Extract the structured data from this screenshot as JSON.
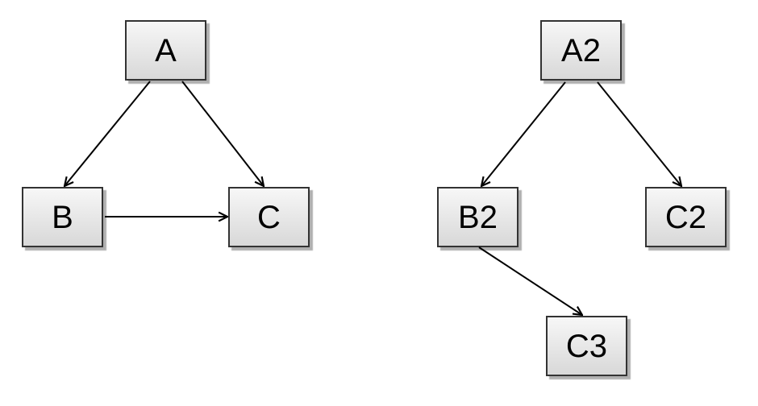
{
  "diagrams": {
    "left": {
      "nodes": [
        {
          "id": "A",
          "label": "A"
        },
        {
          "id": "B",
          "label": "B"
        },
        {
          "id": "C",
          "label": "C"
        }
      ],
      "edges": [
        {
          "from": "A",
          "to": "B"
        },
        {
          "from": "A",
          "to": "C"
        },
        {
          "from": "B",
          "to": "C"
        }
      ]
    },
    "right": {
      "nodes": [
        {
          "id": "A2",
          "label": "A2"
        },
        {
          "id": "B2",
          "label": "B2"
        },
        {
          "id": "C2",
          "label": "C2"
        },
        {
          "id": "C3",
          "label": "C3"
        }
      ],
      "edges": [
        {
          "from": "A2",
          "to": "B2"
        },
        {
          "from": "A2",
          "to": "C2"
        },
        {
          "from": "B2",
          "to": "C3"
        }
      ]
    }
  },
  "colors": {
    "background": "#ffffff",
    "node_border": "#333333",
    "node_fill_top": "#f7f7f7",
    "node_fill_bottom": "#d8d8d8",
    "node_shadow": "#b0b0b0",
    "edge": "#000000"
  }
}
